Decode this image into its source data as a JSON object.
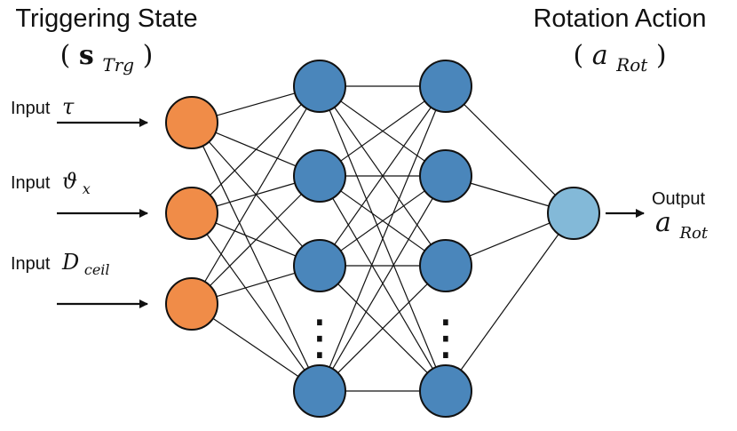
{
  "diagram": {
    "left_title": {
      "text": "Triggering State",
      "symbol_open": "(",
      "symbol_main": "s",
      "symbol_sub": "Trg",
      "symbol_close": ")"
    },
    "right_title": {
      "text": "Rotation Action",
      "symbol_open": "(",
      "symbol_main": "a",
      "symbol_sub": "Rot",
      "symbol_close": ")"
    },
    "inputs": [
      {
        "word": "Input",
        "symbol": "τ",
        "sub": ""
      },
      {
        "word": "Input",
        "symbol": "ϑ",
        "sub": "x"
      },
      {
        "word": "Input",
        "symbol": "D",
        "sub": "ceil"
      }
    ],
    "output": {
      "word": "Output",
      "symbol": "a",
      "sub": "Rot"
    },
    "ellipsis": "⋮",
    "colors": {
      "input_node": "#f08c48",
      "hidden_node": "#4a86bb",
      "output_node": "#83b9d8",
      "lines": "#111111"
    }
  }
}
